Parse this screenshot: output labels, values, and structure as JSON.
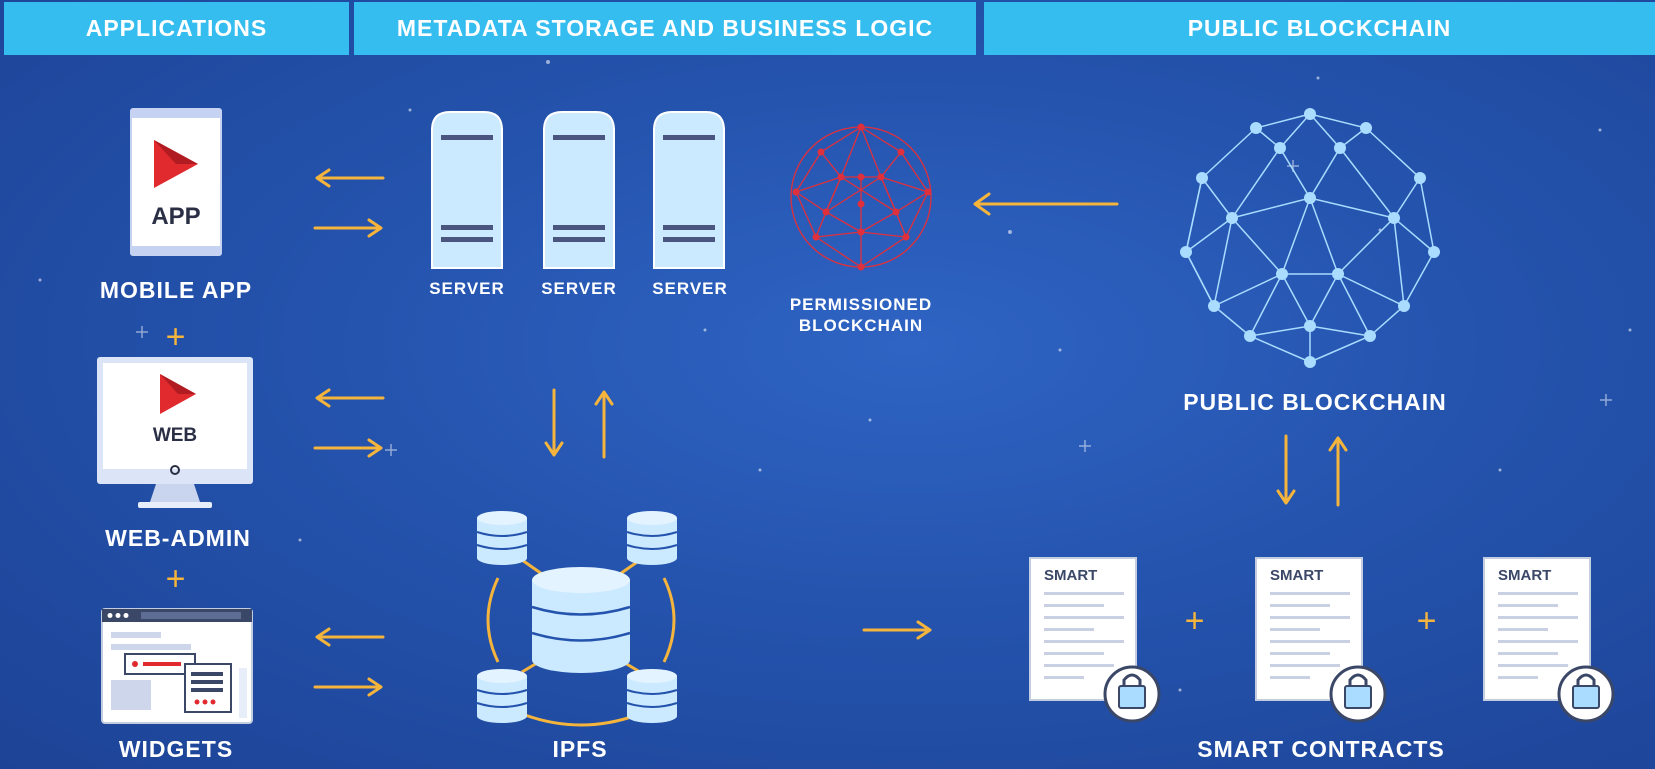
{
  "headers": {
    "applications": "APPLICATIONS",
    "metadata": "METADATA STORAGE AND BUSINESS LOGIC",
    "public": "PUBLIC BLOCKCHAIN"
  },
  "apps": {
    "mobile_icon_text": "APP",
    "mobile_label": "MOBILE APP",
    "web_icon_text": "WEB",
    "web_label": "WEB-ADMIN",
    "widgets_label": "WIDGETS",
    "plus": "+"
  },
  "servers": {
    "labels": [
      "SERVER",
      "SERVER",
      "SERVER"
    ]
  },
  "permissioned": {
    "line1": "PERMISSIONED",
    "line2": "BLOCKCHAIN"
  },
  "ipfs": {
    "label": "IPFS"
  },
  "public_chain": {
    "label": "PUBLIC BLOCKCHAIN"
  },
  "contracts": {
    "doc_titles": [
      "SMART",
      "SMART",
      "SMART"
    ],
    "plus": "+",
    "label": "SMART CONTRACTS"
  },
  "colors": {
    "header": "#36bdf0",
    "arrow": "#f5b43c",
    "server": "#cbe9ff",
    "red_node": "#e0303c",
    "light_node": "#a9dcff"
  }
}
